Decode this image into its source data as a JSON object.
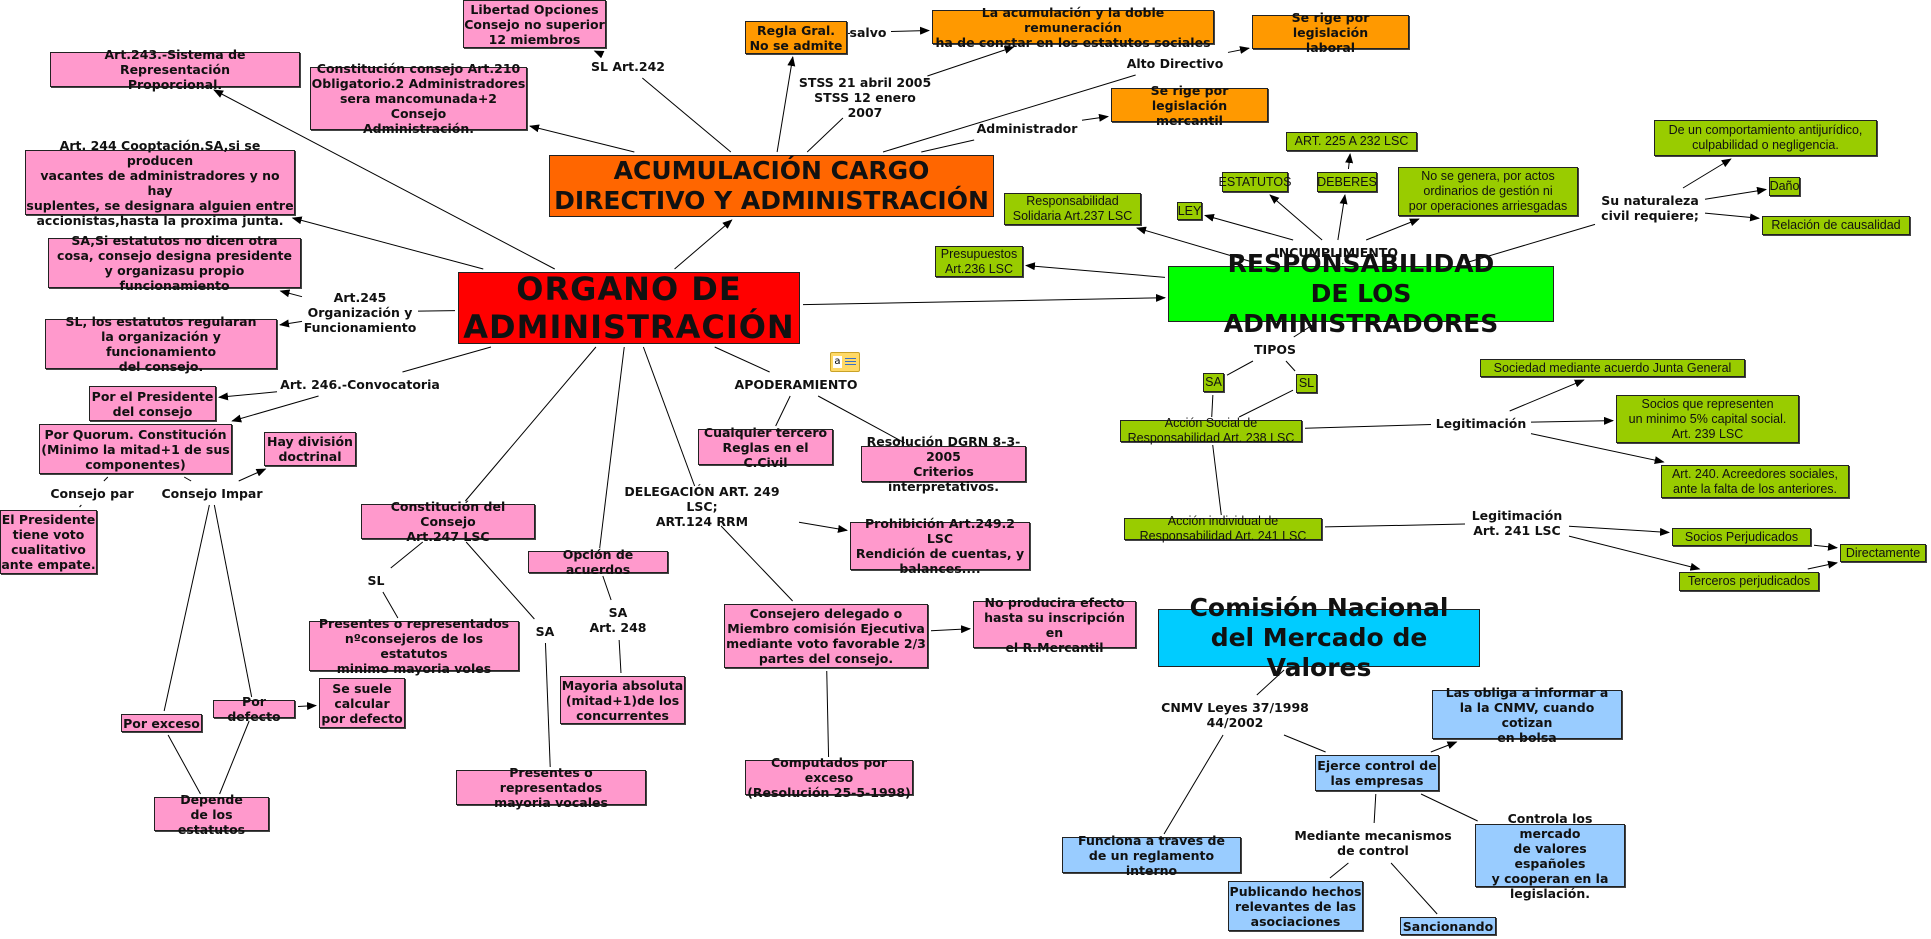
{
  "title": "ORGANO DE ADMINISTRACIÓN",
  "colors": {
    "pink": "#ff99cc",
    "orange": "#ff9900",
    "lime": "#99cc00",
    "blue": "#99ccff",
    "main_red": "#ff0000",
    "main_orange": "#ff6600",
    "main_green": "#00ff00",
    "main_cyan": "#00ccff"
  },
  "nodes": {
    "organo": {
      "text": "ORGANO DE\nADMINISTRACIÓN",
      "style": "main-red"
    },
    "acumulacion": {
      "text": "ACUMULACIÓN CARGO\nDIRECTIVO Y ADMINISTRACIÓN",
      "style": "main-orange"
    },
    "responsabilidad": {
      "text": "RESPONSABILIDAD\nDE LOS ADMINISTRADORES",
      "style": "main-green"
    },
    "cnmv": {
      "text": "Comisión Nacional\ndel Mercado de Valores",
      "style": "main-cyan"
    },
    "libertad": {
      "text": "Libertad Opciones\nConsejo no superior\n12 miembros",
      "style": "pink"
    },
    "art243": {
      "text": "Art.243.-Sistema de Representación\nProporcional.",
      "style": "pink"
    },
    "art210": {
      "text": "Constitución consejo Art.210\nObligatorio.2 Administradores\nsera mancomunada+2 Consejo\nAdministración.",
      "style": "pink"
    },
    "art244": {
      "text": "Art. 244 Cooptación.SA,si se producen\nvacantes de administradores y no hay\nsuplentes, se designara alguien entre\naccionistas,hasta la proxima junta.",
      "style": "pink"
    },
    "sa_estatutos": {
      "text": "SA,Si estatutos no dicen otra\ncosa, consejo designa presidente\ny organizasu propio funcionamiento",
      "style": "pink"
    },
    "sl_estatutos": {
      "text": "SL, los estatutos regularan\nla organización y funcionamiento\ndel consejo.",
      "style": "pink"
    },
    "por_presidente": {
      "text": "Por el Presidente\ndel consejo",
      "style": "pink"
    },
    "por_quorum": {
      "text": "Por Quorum. Constitución\n(Minimo la mitad+1 de sus\ncomponentes)",
      "style": "pink"
    },
    "division": {
      "text": "Hay división\ndoctrinal",
      "style": "pink"
    },
    "presidente_voto": {
      "text": "El Presidente\ntiene voto\ncualitativo\nante empate.",
      "style": "pink"
    },
    "por_exceso": {
      "text": "Por exceso",
      "style": "pink"
    },
    "por_defecto": {
      "text": "Por defecto",
      "style": "pink"
    },
    "se_suele": {
      "text": "Se suele\ncalcular\npor defecto",
      "style": "pink"
    },
    "depende": {
      "text": "Depende\nde los estatutos",
      "style": "pink"
    },
    "constitucion247": {
      "text": "Constitución del Consejo\nArt.247 LSC",
      "style": "pink"
    },
    "presentes_sl": {
      "text": "Presentes o representados\nnºconsejeros de los estatutos\nminimo mayoria voles",
      "style": "pink"
    },
    "presentes_sa": {
      "text": "Presentes o representados\nmayoria vocales",
      "style": "pink"
    },
    "opcion_acuerdos": {
      "text": "Opción de acuerdos",
      "style": "pink"
    },
    "mayoria_absoluta": {
      "text": "Mayoria absoluta\n(mitad+1)de los\nconcurrentes",
      "style": "pink"
    },
    "cualquier_tercero": {
      "text": "Cualquier tercero\nReglas en el C.Civil",
      "style": "pink"
    },
    "resolucion_dgrn": {
      "text": "Resolución DGRN 8-3-2005\nCriterios interpretativos.",
      "style": "pink"
    },
    "prohibicion": {
      "text": "Prohibición Art.249.2 LSC\nRendición de cuentas, y\nbalances....",
      "style": "pink"
    },
    "consejero_delegado": {
      "text": "Consejero delegado o\nMiembro comisión Ejecutiva\nmediante voto favorable 2/3\npartes del consejo.",
      "style": "pink"
    },
    "no_producira": {
      "text": "No producira efecto\nhasta su inscripción en\nel R.Mercantil",
      "style": "pink"
    },
    "computados": {
      "text": "Computados por exceso\n(Resolución 25-5-1998)",
      "style": "pink"
    },
    "regla_gral": {
      "text": "Regla Gral.\nNo se admite",
      "style": "orange"
    },
    "acumulacion_doble": {
      "text": "La acumulación y la doble remuneración\nha de constar en los estatutos sociales",
      "style": "orange"
    },
    "laboral": {
      "text": "Se rige por legislación\nlaboral",
      "style": "orange"
    },
    "mercantil": {
      "text": "Se rige por legislación\nmercantil",
      "style": "orange"
    },
    "art225": {
      "text": "ART. 225 A 232 LSC",
      "style": "lime"
    },
    "estatutos": {
      "text": "ESTATUTOS",
      "style": "lime"
    },
    "deberes": {
      "text": "DEBERES",
      "style": "lime"
    },
    "ley": {
      "text": "LEY",
      "style": "lime"
    },
    "no_se_genera": {
      "text": "No se genera, por actos\nordinarios de gestión ni\npor operaciones arriesgadas",
      "style": "lime"
    },
    "solidaria": {
      "text": "Responsabilidad\nSolidaria Art.237 LSC",
      "style": "lime"
    },
    "presupuestos": {
      "text": "Presupuestos\nArt.236 LSC",
      "style": "lime"
    },
    "comportamiento": {
      "text": "De un comportamiento antijurídico,\nculpabilidad o negligencia.",
      "style": "lime"
    },
    "dano": {
      "text": "Daño",
      "style": "lime"
    },
    "causalidad": {
      "text": "Relación de causalidad",
      "style": "lime"
    },
    "tipo_sa": {
      "text": "SA",
      "style": "lime"
    },
    "tipo_sl": {
      "text": "SL",
      "style": "lime"
    },
    "accion_social": {
      "text": "Acción Social de Responsabilidad Art. 238 LSC",
      "style": "lime"
    },
    "sociedad_junta": {
      "text": "Sociedad mediante acuerdo Junta General",
      "style": "lime"
    },
    "socios_5": {
      "text": "Socios que representen\nun minimo 5% capital social.\nArt. 239 LSC",
      "style": "lime"
    },
    "art240": {
      "text": "Art. 240. Acreedores sociales,\nante la falta de los anteriores.",
      "style": "lime"
    },
    "accion_individual": {
      "text": "Acción individual de Responsabilidad Art. 241 LSC",
      "style": "lime"
    },
    "socios_perjudicados": {
      "text": "Socios Perjudicados",
      "style": "lime"
    },
    "terceros_perjudicados": {
      "text": "Terceros perjudicados",
      "style": "lime"
    },
    "directamente": {
      "text": "Directamente",
      "style": "lime"
    },
    "las_obliga": {
      "text": "Las obliga a informar a\nla la CNMV, cuando cotizan\nen bolsa",
      "style": "blue"
    },
    "ejerce_control": {
      "text": "Ejerce control de\nlas empresas",
      "style": "blue"
    },
    "funciona": {
      "text": "Funciona a traves de\nde un reglamento interno",
      "style": "blue"
    },
    "controla": {
      "text": "Controla los mercado\nde valores españoles\ny cooperan en la\nlegislación.",
      "style": "blue"
    },
    "publicando": {
      "text": "Publicando hechos\nrelevantes de las\nasociaciones",
      "style": "blue"
    },
    "sancionando": {
      "text": "Sancionando",
      "style": "blue"
    },
    "l_sl242": {
      "text": "SL Art.242",
      "style": "label"
    },
    "l_salvo": {
      "text": "salvo",
      "style": "label"
    },
    "l_stss": {
      "text": "STSS 21 abril 2005\nSTSS 12 enero 2007",
      "style": "label"
    },
    "l_alto": {
      "text": "Alto Directivo",
      "style": "label"
    },
    "l_admin": {
      "text": "Administrador",
      "style": "label"
    },
    "l_art245": {
      "text": "Art.245\nOrganización y\nFuncionamiento",
      "style": "label"
    },
    "l_art246": {
      "text": "Art. 246.-Convocatoria",
      "style": "label"
    },
    "l_par": {
      "text": "Consejo par",
      "style": "label"
    },
    "l_impar": {
      "text": "Consejo Impar",
      "style": "label"
    },
    "l_sl": {
      "text": "SL",
      "style": "label"
    },
    "l_sa": {
      "text": "SA",
      "style": "label"
    },
    "l_sa248": {
      "text": "SA\nArt. 248",
      "style": "label"
    },
    "l_apoderamiento": {
      "text": "APODERAMIENTO",
      "style": "label"
    },
    "l_delegacion": {
      "text": "DELEGACIÓN ART. 249 LSC;\nART.124 RRM",
      "style": "label"
    },
    "l_incumplimiento": {
      "text": "INCUMPLIMIENTO",
      "style": "label"
    },
    "l_naturaleza": {
      "text": "Su naturaleza\ncivil requiere;",
      "style": "label"
    },
    "l_tipos": {
      "text": "TIPOS",
      "style": "label"
    },
    "l_legit1": {
      "text": "Legitimación",
      "style": "label"
    },
    "l_legit2": {
      "text": "Legitimación\nArt. 241 LSC",
      "style": "label"
    },
    "l_cnmv_leyes": {
      "text": "CNMV Leyes 37/1998\n44/2002",
      "style": "label"
    },
    "l_mecanismos": {
      "text": "Mediante mecanismos\nde control",
      "style": "label"
    }
  },
  "edges": [
    [
      "organo",
      "acumulacion",
      true
    ],
    [
      "organo",
      "responsabilidad",
      true
    ],
    [
      "organo",
      "art243",
      true
    ],
    [
      "organo",
      "art244",
      true
    ],
    [
      "organo",
      "l_art245",
      false
    ],
    [
      "l_art245",
      "sa_estatutos",
      true
    ],
    [
      "l_art245",
      "sl_estatutos",
      true
    ],
    [
      "organo",
      "l_art246",
      false
    ],
    [
      "l_art246",
      "por_presidente",
      true
    ],
    [
      "l_art246",
      "por_quorum",
      true
    ],
    [
      "por_quorum",
      "l_par",
      false
    ],
    [
      "por_quorum",
      "l_impar",
      false
    ],
    [
      "l_par",
      "presidente_voto",
      false
    ],
    [
      "l_impar",
      "division",
      true
    ],
    [
      "l_impar",
      "por_exceso",
      false
    ],
    [
      "l_impar",
      "por_defecto",
      false
    ],
    [
      "por_defecto",
      "se_suele",
      true
    ],
    [
      "por_exceso",
      "depende",
      false
    ],
    [
      "por_defecto",
      "depende",
      false
    ],
    [
      "organo",
      "constitucion247",
      false
    ],
    [
      "constitucion247",
      "l_sl",
      false
    ],
    [
      "constitucion247",
      "l_sa",
      false
    ],
    [
      "l_sl",
      "presentes_sl",
      false
    ],
    [
      "l_sa",
      "presentes_sa",
      false
    ],
    [
      "organo",
      "opcion_acuerdos",
      false
    ],
    [
      "opcion_acuerdos",
      "l_sa248",
      false
    ],
    [
      "l_sa248",
      "mayoria_absoluta",
      false
    ],
    [
      "organo",
      "l_delegacion",
      false
    ],
    [
      "l_delegacion",
      "prohibicion",
      true
    ],
    [
      "l_delegacion",
      "consejero_delegado",
      false
    ],
    [
      "consejero_delegado",
      "no_producira",
      true
    ],
    [
      "consejero_delegado",
      "computados",
      false
    ],
    [
      "organo",
      "l_apoderamiento",
      false
    ],
    [
      "l_apoderamiento",
      "cualquier_tercero",
      false
    ],
    [
      "l_apoderamiento",
      "resolucion_dgrn",
      false
    ],
    [
      "acumulacion",
      "art210",
      true
    ],
    [
      "acumulacion",
      "l_sl242",
      false
    ],
    [
      "l_sl242",
      "libertad",
      true
    ],
    [
      "acumulacion",
      "regla_gral",
      true
    ],
    [
      "regla_gral",
      "l_salvo",
      false
    ],
    [
      "l_salvo",
      "acumulacion_doble",
      true
    ],
    [
      "acumulacion",
      "l_stss",
      false
    ],
    [
      "l_stss",
      "acumulacion_doble",
      true
    ],
    [
      "acumulacion",
      "l_alto",
      false
    ],
    [
      "l_alto",
      "laboral",
      true
    ],
    [
      "acumulacion",
      "l_admin",
      false
    ],
    [
      "l_admin",
      "mercantil",
      true
    ],
    [
      "responsabilidad",
      "solidaria",
      true
    ],
    [
      "responsabilidad",
      "presupuestos",
      true
    ],
    [
      "responsabilidad",
      "l_incumplimiento",
      false
    ],
    [
      "l_incumplimiento",
      "ley",
      true
    ],
    [
      "l_incumplimiento",
      "estatutos",
      true
    ],
    [
      "l_incumplimiento",
      "deberes",
      true
    ],
    [
      "deberes",
      "art225",
      true
    ],
    [
      "l_incumplimiento",
      "no_se_genera",
      true
    ],
    [
      "responsabilidad",
      "l_naturaleza",
      false
    ],
    [
      "l_naturaleza",
      "comportamiento",
      true
    ],
    [
      "l_naturaleza",
      "dano",
      true
    ],
    [
      "l_naturaleza",
      "causalidad",
      true
    ],
    [
      "responsabilidad",
      "l_tipos",
      false
    ],
    [
      "l_tipos",
      "tipo_sa",
      false
    ],
    [
      "l_tipos",
      "tipo_sl",
      false
    ],
    [
      "tipo_sa",
      "accion_social",
      false
    ],
    [
      "tipo_sl",
      "accion_social",
      false
    ],
    [
      "accion_social",
      "l_legit1",
      false
    ],
    [
      "l_legit1",
      "sociedad_junta",
      true
    ],
    [
      "l_legit1",
      "socios_5",
      true
    ],
    [
      "l_legit1",
      "art240",
      true
    ],
    [
      "accion_social",
      "accion_individual",
      false
    ],
    [
      "accion_individual",
      "l_legit2",
      false
    ],
    [
      "l_legit2",
      "socios_perjudicados",
      true
    ],
    [
      "l_legit2",
      "terceros_perjudicados",
      true
    ],
    [
      "socios_perjudicados",
      "directamente",
      true
    ],
    [
      "terceros_perjudicados",
      "directamente",
      true
    ],
    [
      "cnmv",
      "l_cnmv_leyes",
      false
    ],
    [
      "l_cnmv_leyes",
      "funciona",
      false
    ],
    [
      "l_cnmv_leyes",
      "ejerce_control",
      false
    ],
    [
      "ejerce_control",
      "las_obliga",
      true
    ],
    [
      "ejerce_control",
      "controla",
      false
    ],
    [
      "ejerce_control",
      "l_mecanismos",
      false
    ],
    [
      "l_mecanismos",
      "publicando",
      false
    ],
    [
      "l_mecanismos",
      "sancionando",
      false
    ]
  ],
  "note_icon": {
    "semantic": "note-annotation-icon",
    "glyph": "a"
  }
}
